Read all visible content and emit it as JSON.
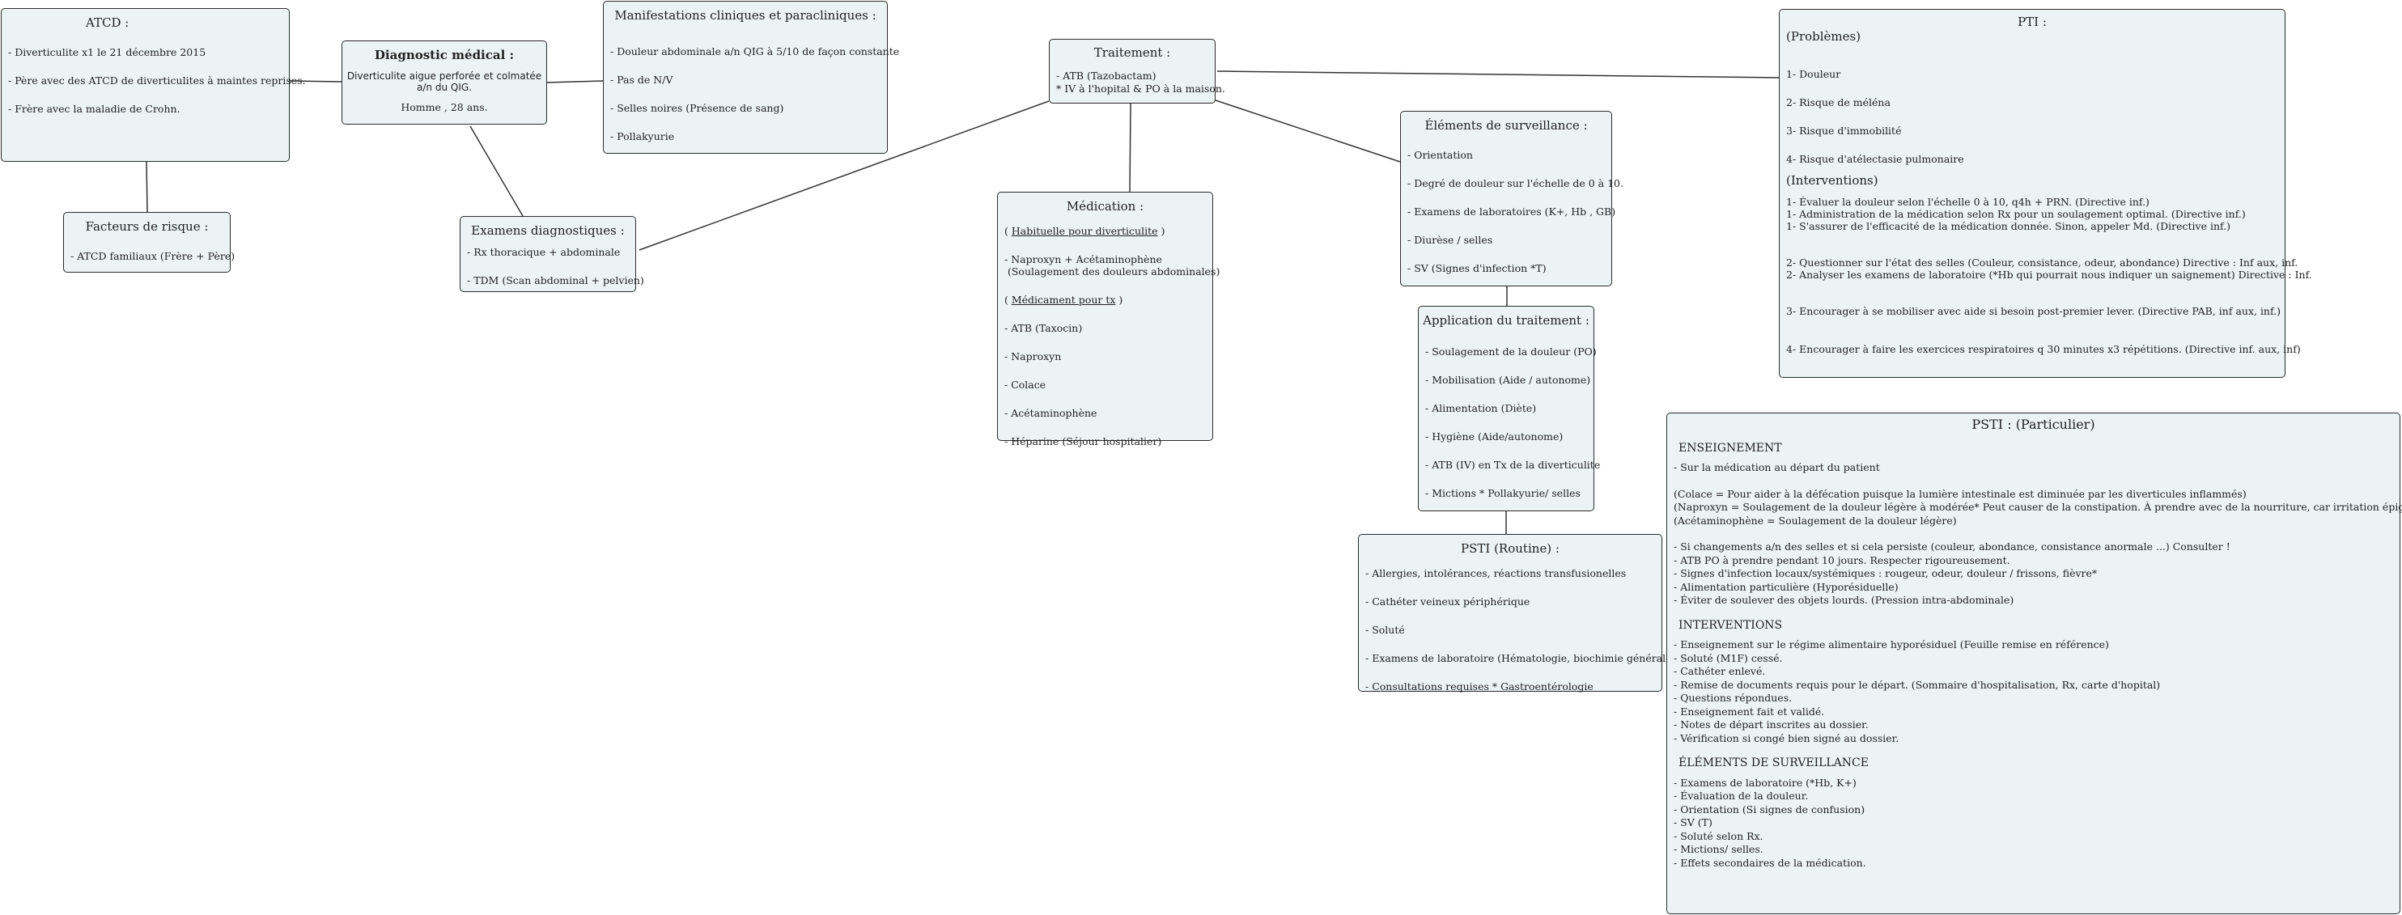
{
  "atcd": {
    "title": "ATCD :",
    "items": [
      "- Diverticulite x1 le 21 décembre 2015",
      "- Père avec des ATCD de diverticulites à maintes reprises.",
      "- Frère avec la maladie de Crohn."
    ]
  },
  "risk": {
    "title": "Facteurs de risque :",
    "items": [
      "- ATCD familiaux (Frère + Père)"
    ]
  },
  "diagnostic": {
    "title": "Diagnostic médical :",
    "line1": "Diverticulite aigue perforée et colmatée",
    "line2": "a/n du QIG.",
    "line3": "Homme , 28 ans."
  },
  "manifestations": {
    "title": "Manifestations cliniques et paracliniques :",
    "items": [
      "- Douleur abdominale a/n QIG à 5/10 de façon constante",
      "- Pas de N/V",
      "- Selles noires (Présence de sang)",
      "- Pollakyurie"
    ]
  },
  "examens": {
    "title": "Examens diagnostiques :",
    "items": [
      "- Rx thoracique + abdominale",
      "- TDM (Scan abdominal + pelvien)"
    ]
  },
  "traitement": {
    "title": "Traitement :",
    "line1": "- ATB (Tazobactam)",
    "line2": "* IV à l'hopital & PO à la maison."
  },
  "medication": {
    "title": "Médication :",
    "sub1_open": "( ",
    "sub1_text": "Habituelle pour diverticulite",
    "sub1_close": " )",
    "items1": [
      "- Naproxyn + Acétaminophène",
      " (Soulagement des douleurs abdominales)"
    ],
    "sub2_open": "( ",
    "sub2_text": "Médicament pour tx",
    "sub2_close": " )",
    "items2": [
      "- ATB (Taxocin)",
      "- Naproxyn",
      "- Colace",
      "- Acétaminophène",
      "- Héparine (Séjour hospitalier)"
    ]
  },
  "surveillance": {
    "title": "Éléments de surveillance :",
    "items": [
      "- Orientation",
      "- Degré de douleur sur l'échelle de 0 à 10.",
      "- Examens de laboratoires (K+, Hb , GB)",
      "- Diurèse / selles",
      "- SV (Signes d'infection *T)"
    ]
  },
  "application": {
    "title": "Application du traitement :",
    "items": [
      "- Soulagement de la douleur (PO)",
      "- Mobilisation (Aide / autonome)",
      "- Alimentation (Diète)",
      "- Hygiène (Aide/autonome)",
      "- ATB (IV) en Tx de la diverticulite",
      "- Mictions * Pollakyurie/ selles"
    ]
  },
  "psti_routine": {
    "title": "PSTI (Routine) :",
    "items": [
      "- Allergies, intolérances, réactions transfusionelles",
      "- Cathéter veineux périphérique",
      "- Soluté",
      "- Examens de laboratoire (Hématologie, biochimie générale)",
      "- Consultations requises * Gastroentérologie"
    ]
  },
  "pti": {
    "title": "PTI :",
    "subtitle": "(Problèmes)",
    "problems": [
      "1- Douleur",
      "2- Risque de méléna",
      "3- Risque d'immobilité",
      "4- Risque d'atélectasie pulmonaire"
    ],
    "interventions_title": "(Interventions)",
    "interventions": [
      "1- Évaluer la douleur selon l'échelle 0 à 10, q4h + PRN. (Directive inf.)",
      "1- Administration de la médication selon Rx pour un soulagement optimal. (Directive inf.)",
      "1- S'assurer de l'efficacité de la médication donnée. Sinon, appeler Md. (Directive inf.)",
      "2- Questionner sur l'état des selles (Couleur, consistance, odeur, abondance) Directive : Inf aux, inf.",
      "2- Analyser les examens de laboratoire (*Hb qui pourrait nous indiquer un saignement) Directive : Inf.",
      "3- Encourager à se mobiliser avec aide si besoin post-premier lever. (Directive PAB, inf aux, inf.)",
      "4- Encourager à faire les exercices respiratoires q 30 minutes x3 répétitions. (Directive inf. aux, inf)"
    ]
  },
  "psti_part": {
    "title": "PSTI : (Particulier)",
    "enseignement_title": "ENSEIGNEMENT",
    "enseignement_intro": "- Sur la médication au départ du patient",
    "enseignement_meds": [
      "(Colace = Pour aider à la défécation puisque la lumière intestinale est diminuée par les diverticules inflammés)",
      "(Naproxyn = Soulagement de la douleur légère à modérée* Peut causer de la constipation. À prendre avec de la nourriture, car irritation épigastrique)",
      "(Acétaminophène = Soulagement de la douleur légère)"
    ],
    "enseignement_items": [
      "- Si changements a/n des selles et si cela persiste (couleur, abondance, consistance anormale ...) Consulter !",
      "- ATB PO à prendre pendant 10 jours. Respecter rigoureusement.",
      "- Signes d'infection locaux/systémiques : rougeur, odeur, douleur / frissons, fièvre*",
      "- Alimentation particulière (Hyporésiduelle)",
      "- Éviter de soulever des objets lourds. (Pression intra-abdominale)"
    ],
    "interventions_title": "INTERVENTIONS",
    "interventions": [
      "- Enseignement sur le régime alimentaire hyporésiduel (Feuille remise en référence)",
      "- Soluté (M1F) cessé.",
      "- Cathéter enlevé.",
      "- Remise de documents requis pour le départ. (Sommaire d'hospitalisation, Rx, carte d'hopital)",
      "- Questions répondues.",
      "- Enseignement fait et validé.",
      "- Notes de départ inscrites au dossier.",
      "- Vérification si congé bien signé au dossier."
    ],
    "surveillance_title": "ÉLÉMENTS DE SURVEILLANCE",
    "surveillance": [
      "- Examens de laboratoire (*Hb, K+)",
      "- Évaluation de la douleur.",
      "- Orientation (Si signes de confusion)",
      "- SV (T)",
      "- Soluté selon Rx.",
      "- Mictions/ selles.",
      "- Effets secondaires de la médication."
    ]
  }
}
